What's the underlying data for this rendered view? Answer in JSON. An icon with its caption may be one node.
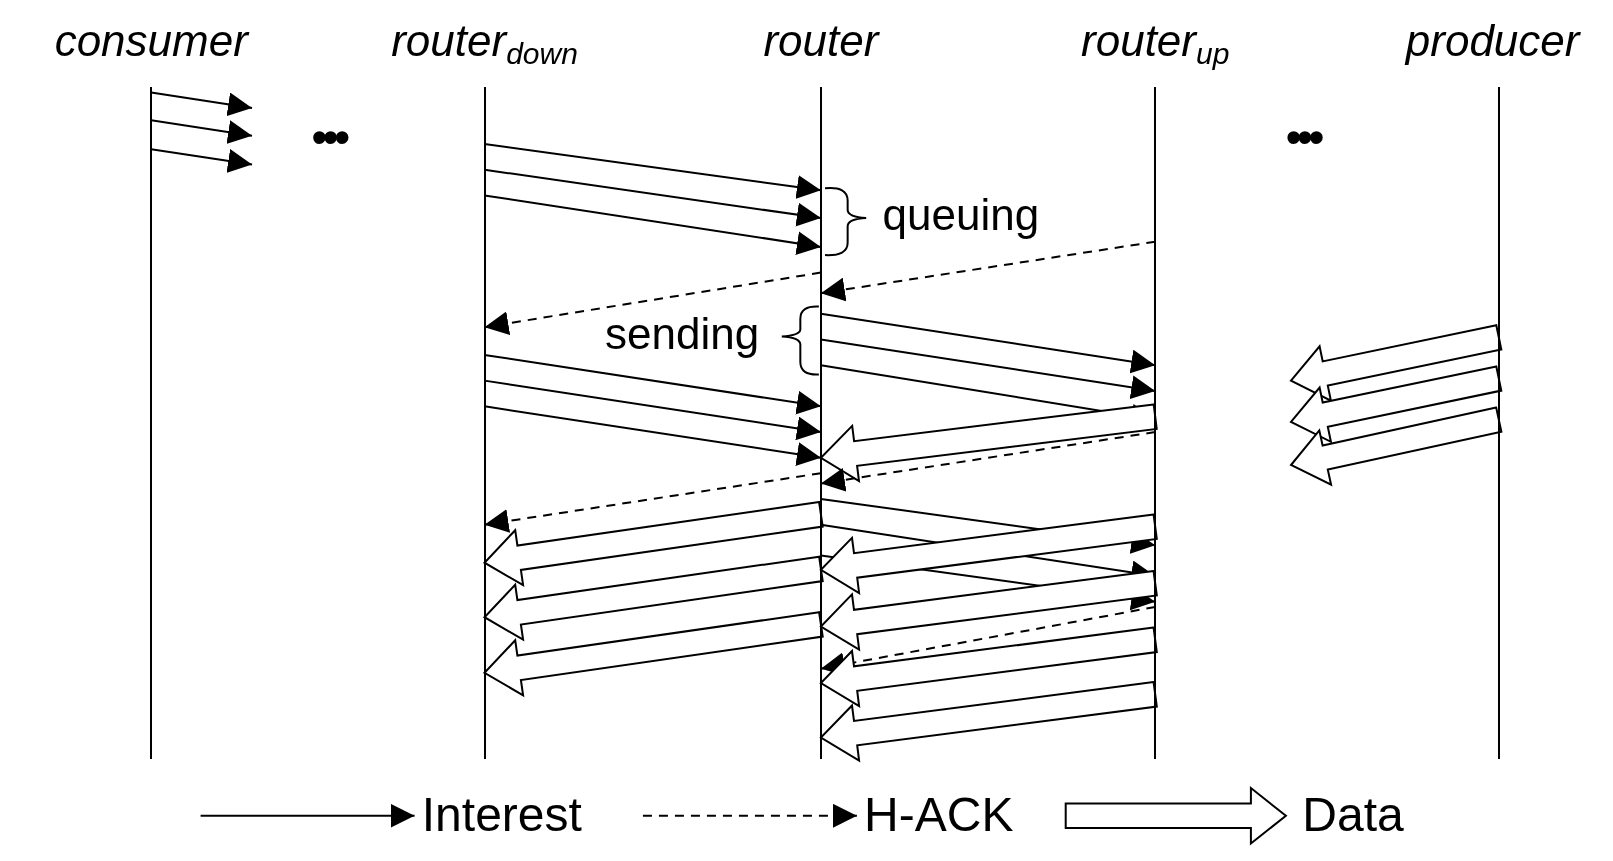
{
  "diagram": {
    "nodes": [
      {
        "text": [
          "consumer"
        ]
      },
      {
        "text": [
          "router$_{down}$"
        ]
      },
      {
        "text": [
          "router"
        ]
      },
      {
        "text": [
          "router$_{up}$"
        ]
      },
      {
        "text": [
          "producer"
        ]
      }
    ],
    "edges": [
      {
        "from": 0,
        "to": null,
        "arrow": "to"
      },
      {
        "from": 0,
        "to": null,
        "arrow": "to"
      },
      {
        "from": 0,
        "to": null,
        "arrow": "to"
      },
      {
        "from": 1,
        "to": 2,
        "arrow": "to"
      },
      {
        "from": 1,
        "to": 2,
        "arrow": "to"
      },
      {
        "from": 1,
        "to": 2,
        "arrow": "to"
      },
      {
        "from": 3,
        "to": 2,
        "arrow": "to",
        "style": "dashed"
      },
      {
        "from": 2,
        "to": 1,
        "arrow": "to",
        "style": "dashed"
      },
      {
        "from": 2,
        "to": 3,
        "arrow": "to"
      },
      {
        "from": 2,
        "to": 3,
        "arrow": "to"
      },
      {
        "from": 2,
        "to": 3,
        "arrow": "to"
      },
      {
        "from": 1,
        "to": 2,
        "arrow": "to"
      },
      {
        "from": 1,
        "to": 2,
        "arrow": "to"
      },
      {
        "from": 1,
        "to": 2,
        "arrow": "to"
      },
      {
        "from": 4,
        "to": null,
        "arrow": "to",
        "style": "thick"
      },
      {
        "from": 4,
        "to": null,
        "arrow": "to",
        "style": "thick"
      },
      {
        "from": 4,
        "to": null,
        "arrow": "to",
        "style": "thick"
      },
      {
        "from": 3,
        "to": 2,
        "arrow": "to",
        "style": "thick"
      },
      {
        "from": 3,
        "to": 2,
        "arrow": "to",
        "style": "dashed"
      },
      {
        "from": 2,
        "to": 1,
        "arrow": "to",
        "style": "dashed"
      },
      {
        "from": 2,
        "to": 1,
        "arrow": "to",
        "style": "thick"
      },
      {
        "from": 2,
        "to": 1,
        "arrow": "to",
        "style": "thick"
      },
      {
        "from": 2,
        "to": 1,
        "arrow": "to",
        "style": "thick"
      },
      {
        "from": 2,
        "to": 3,
        "arrow": "to"
      },
      {
        "from": 2,
        "to": 3,
        "arrow": "to"
      },
      {
        "from": 2,
        "to": 3,
        "arrow": "to"
      },
      {
        "from": 3,
        "to": 2,
        "arrow": "to",
        "style": "thick"
      },
      {
        "from": 3,
        "to": 2,
        "arrow": "to",
        "style": "thick"
      },
      {
        "from": 3,
        "to": 2,
        "arrow": "to",
        "style": "dashed"
      },
      {
        "from": 3,
        "to": 2,
        "arrow": "to",
        "style": "thick"
      },
      {
        "from": 3,
        "to": 2,
        "arrow": "to",
        "style": "thick"
      }
    ],
    "labels": [
      "•••",
      "•••",
      "queuing",
      "sending"
    ],
    "legend": [
      {
        "text": "Interest"
      },
      {
        "text": "H-ACK"
      },
      {
        "text": "Data"
      }
    ]
  }
}
